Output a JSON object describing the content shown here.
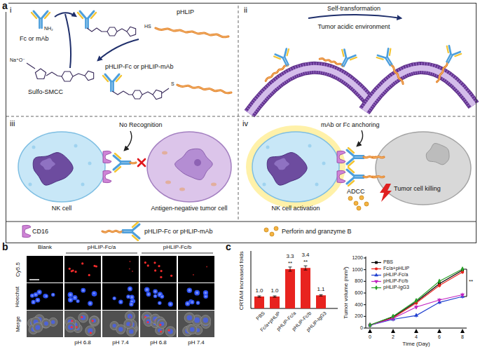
{
  "diagram": {
    "nodes": [
      {
        "text": [
          "a"
        ]
      },
      {
        "text": [
          "NK cell"
        ],
        "in": 0
      },
      {
        "text": [
          "Antigen-negative tumor cell"
        ],
        "in": 0
      },
      {
        "text": [
          "NK cell activation"
        ],
        "in": 0
      },
      {
        "text": [
          "Tumor cell killing"
        ],
        "in": 0
      }
    ],
    "labels": [
      "i",
      "ii",
      "iii",
      "iv",
      "Fc or mAb",
      "NH₂",
      "Na⁺O⁻",
      "Sulfo-SMCC",
      "pHLIP-Fc or pHLIP-mAb",
      "pHLIP",
      "HS",
      "S",
      "Self-transformation",
      "Tumor acidic environment",
      "No Recognition",
      "mAb or Fc anchoring",
      "ADCC",
      "b",
      "Blank",
      "pHLIP-Fc/a",
      "pHLIP-Fc/b",
      "Cy5.5",
      "Hoechst",
      "Merge",
      "pH 6.8",
      "pH 7.4",
      "pH 6.8",
      "pH 7.4",
      "c",
      "CRTAM increased folds",
      "1.0",
      "1.0",
      "3.3",
      "3.4",
      "1.1",
      "**",
      "**",
      "PBS",
      "Fc/a+pHLIP",
      "pHLIP-Fc/a",
      "pHLIP-Fc/b",
      "pHLIP-IgG3",
      "Tumor volume (mm³)",
      "Time (Day)",
      "0",
      "200",
      "400",
      "600",
      "800",
      "1000",
      "1200",
      "0",
      "2",
      "4",
      "6",
      "8",
      "**"
    ],
    "legend": [
      {
        "text": "CD16"
      },
      {
        "text": "pHLIP-Fc or pHLIP-mAb"
      },
      {
        "text": "Perforin and granzyme B"
      },
      {
        "text": "PBS"
      },
      {
        "text": "Fc/a+pHLIP"
      },
      {
        "text": "pHLIP-Fc/a"
      },
      {
        "text": "pHLIP-Fc/b"
      },
      {
        "text": "pHLIP-IgG3"
      }
    ]
  }
}
